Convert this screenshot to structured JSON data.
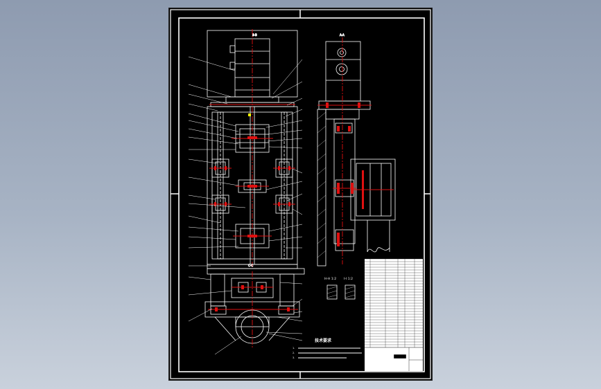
{
  "drawing": {
    "top_view_label": "B-B",
    "side_view_label": "A-A",
    "lower_view_label": "C-C",
    "detail_label_1": "H-H 1:2",
    "detail_label_2": "I-I 1:2",
    "notes_title": "技术要求",
    "notes": [
      "1.",
      "2.",
      "3."
    ]
  },
  "colors": {
    "background": "#9aa6b8",
    "sheet": "#000000",
    "line": "#ffffff",
    "hatch_red": "#e01010",
    "highlight": "#ffff00"
  }
}
